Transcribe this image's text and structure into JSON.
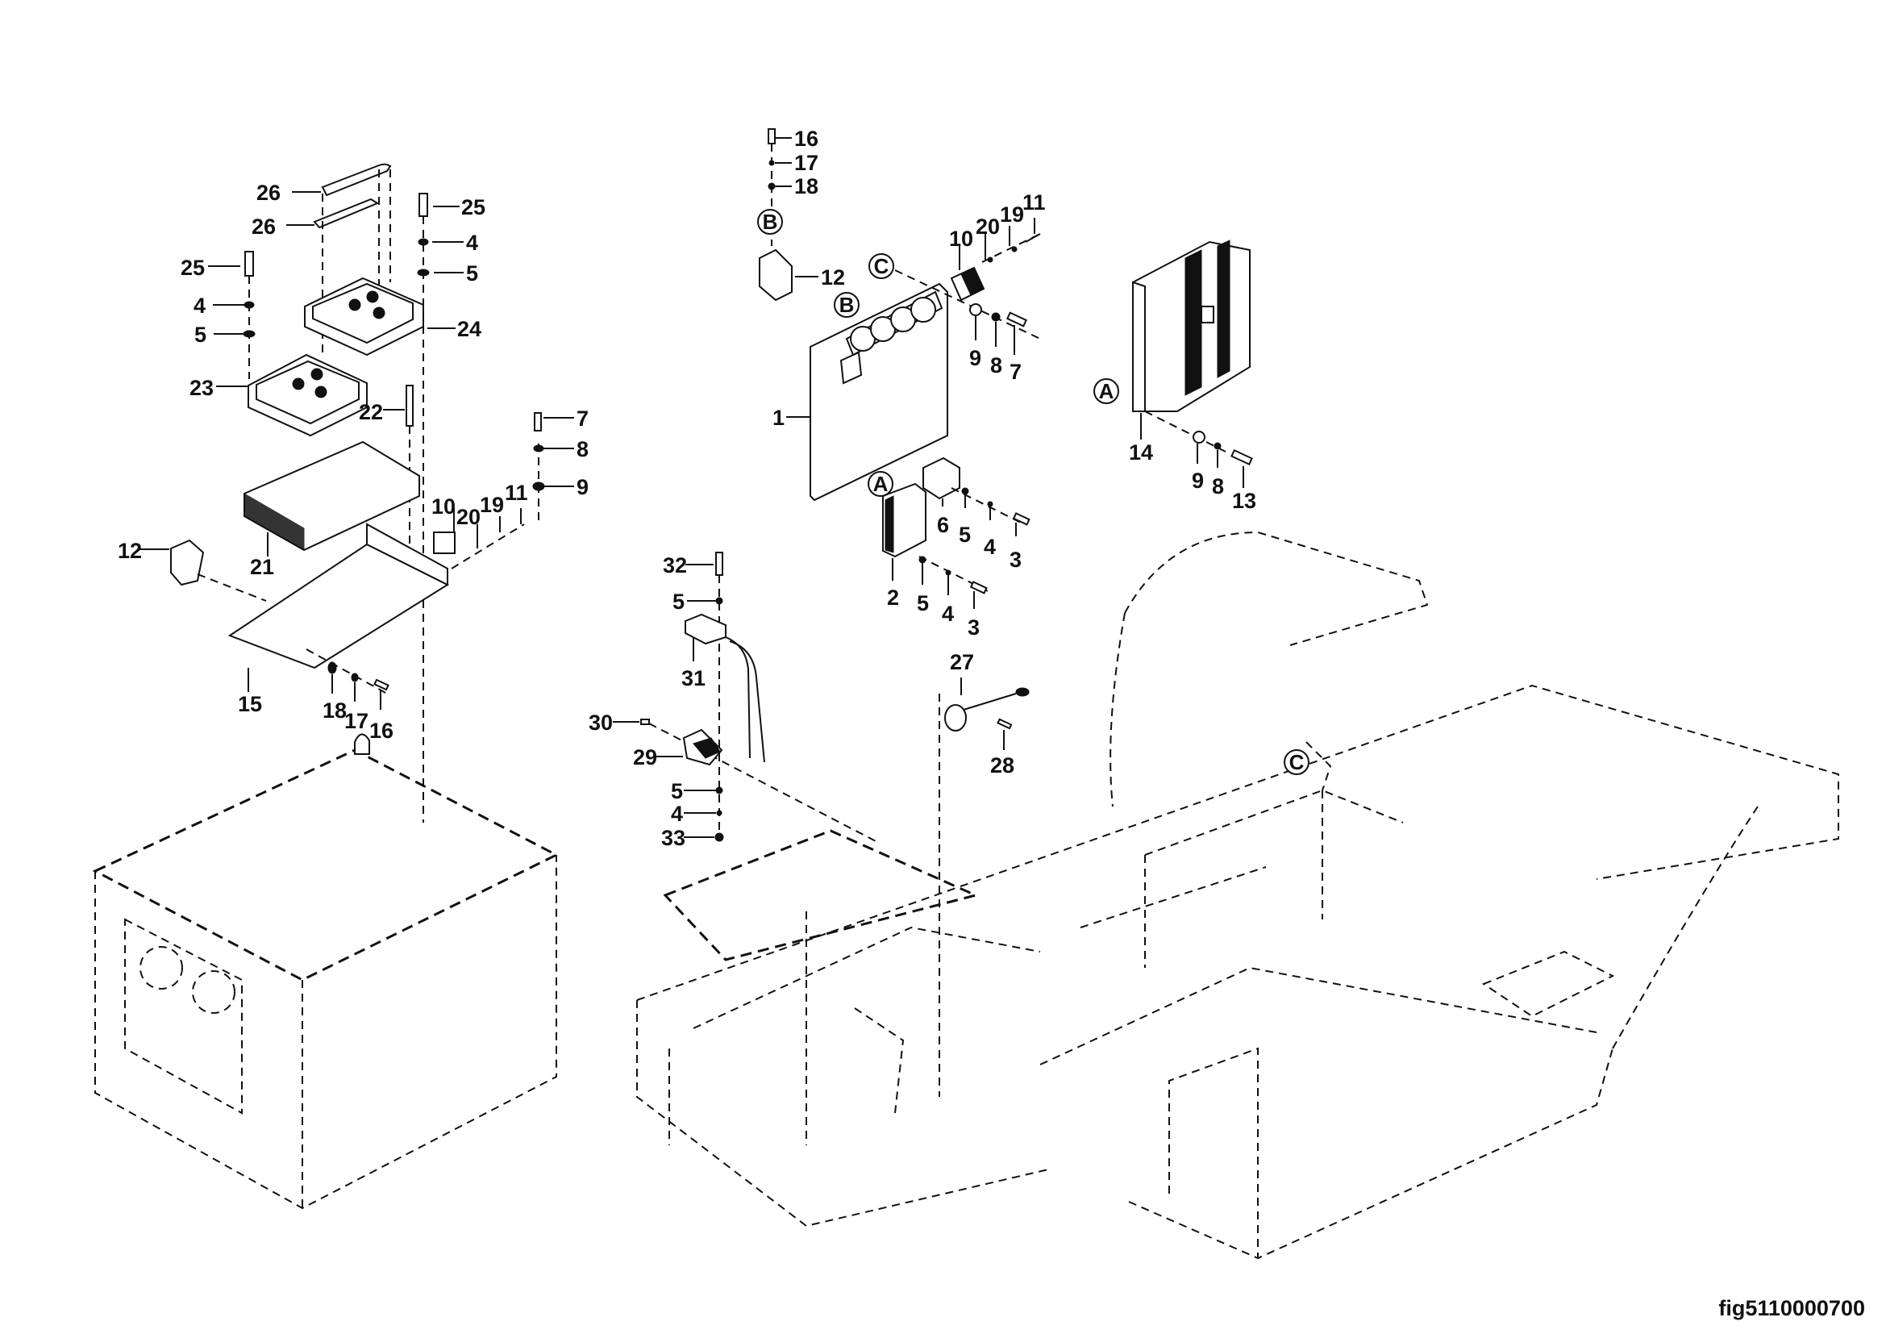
{
  "figure_id": "fig5110000700",
  "callouts": [
    {
      "letter": "A"
    },
    {
      "letter": "B"
    },
    {
      "letter": "C"
    }
  ],
  "labels": {
    "left_group": [
      "26",
      "26",
      "25",
      "25",
      "4",
      "4",
      "5",
      "5",
      "24",
      "23",
      "22",
      "21",
      "12",
      "10",
      "20",
      "19",
      "11",
      "7",
      "8",
      "9",
      "15",
      "18",
      "17",
      "16"
    ],
    "middle_top": [
      "16",
      "17",
      "18",
      "12",
      "10",
      "20",
      "19",
      "11",
      "9",
      "8",
      "7",
      "1",
      "6",
      "5",
      "4",
      "3",
      "2",
      "5",
      "4",
      "3"
    ],
    "right_top": [
      "14",
      "9",
      "8",
      "13"
    ],
    "middle_bottom": [
      "32",
      "5",
      "31",
      "30",
      "29",
      "5",
      "4",
      "33",
      "27",
      "28"
    ]
  },
  "text": {
    "l26a": "26",
    "l26b": "26",
    "l25a": "25",
    "l25b": "25",
    "l4a": "4",
    "l4b": "4",
    "l5a": "5",
    "l5b": "5",
    "l24": "24",
    "l23": "23",
    "l22": "22",
    "l21": "21",
    "l12a": "12",
    "l10a": "10",
    "l20a": "20",
    "l19a": "19",
    "l11a": "11",
    "l7a": "7",
    "l8a": "8",
    "l9a": "9",
    "l15": "15",
    "l18a": "18",
    "l17a": "17",
    "l16a": "16",
    "l16b": "16",
    "l17b": "17",
    "l18b": "18",
    "l12b": "12",
    "l10b": "10",
    "l20b": "20",
    "l19b": "19",
    "l11b": "11",
    "l9b": "9",
    "l8b": "8",
    "l7b": "7",
    "l1": "1",
    "l6": "6",
    "l5c": "5",
    "l4c": "4",
    "l3a": "3",
    "l2": "2",
    "l5d": "5",
    "l4d": "4",
    "l3b": "3",
    "l14": "14",
    "l9c": "9",
    "l8c": "8",
    "l13": "13",
    "l32": "32",
    "l5e": "5",
    "l31": "31",
    "l30": "30",
    "l29": "29",
    "l5f": "5",
    "l4e": "4",
    "l33": "33",
    "l27": "27",
    "l28": "28",
    "cA1": "A",
    "cA2": "A",
    "cB1": "B",
    "cB2": "B",
    "cC1": "C",
    "cC2": "C"
  }
}
